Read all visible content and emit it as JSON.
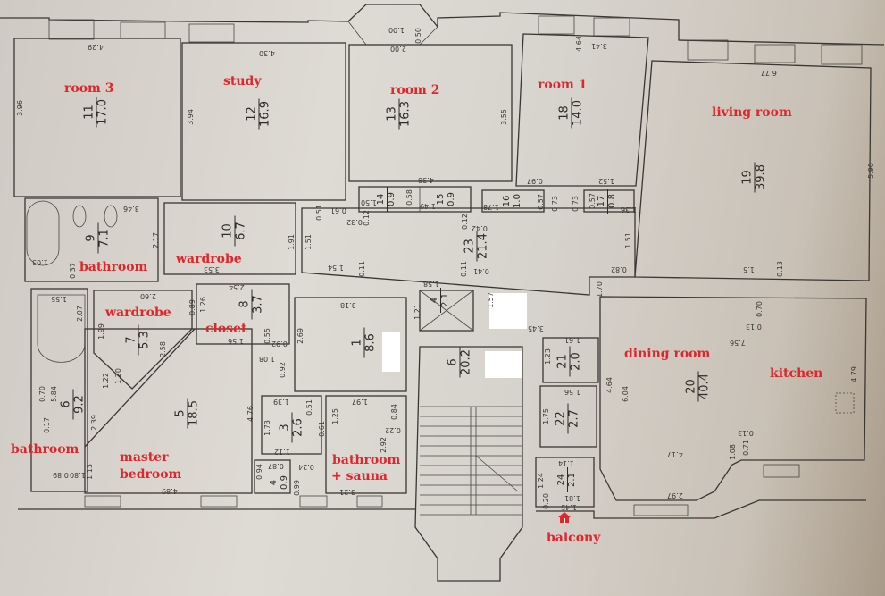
{
  "labels": {
    "room3": "room 3",
    "study": "study",
    "room2": "room 2",
    "room1": "room 1",
    "living": "living room",
    "bathroom_top": "bathroom",
    "wardrobe_top": "wardrobe",
    "wardrobe_left": "wardrobe",
    "closet": "closet",
    "dining": "dining room",
    "kitchen": "kitchen",
    "bathroom_left": "bathroom",
    "master1": "master",
    "master2": "bedroom",
    "sauna1": "bathroom",
    "sauna2": "+ sauna",
    "balcony": "balcony"
  },
  "rooms": [
    {
      "num": "11",
      "area": "17.0"
    },
    {
      "num": "12",
      "area": "16.9"
    },
    {
      "num": "13",
      "area": "16.3"
    },
    {
      "num": "18",
      "area": "14.0"
    },
    {
      "num": "19",
      "area": "39.8"
    },
    {
      "num": "9",
      "area": "7.1"
    },
    {
      "num": "10",
      "area": "6.7"
    },
    {
      "num": "14",
      "area": "0.9"
    },
    {
      "num": "15",
      "area": "0.9"
    },
    {
      "num": "16",
      "area": "1.0"
    },
    {
      "num": "17",
      "area": "0.8"
    },
    {
      "num": "23",
      "area": "21.4"
    },
    {
      "num": "7",
      "area": "5.3"
    },
    {
      "num": "8",
      "area": "3.7"
    },
    {
      "num": "1",
      "area": "8.6"
    },
    {
      "num": "4",
      "area": "2.1"
    },
    {
      "num": "6",
      "area": "20.2"
    },
    {
      "num": "21",
      "area": "2.0"
    },
    {
      "num": "22",
      "area": "2.7"
    },
    {
      "num": "20",
      "area": "40.4"
    },
    {
      "num": "6",
      "area": "9.2"
    },
    {
      "num": "5",
      "area": "18.5"
    },
    {
      "num": "3",
      "area": "2.6"
    },
    {
      "num": "4",
      "area": "0.9"
    },
    {
      "num": "24",
      "area": "2.1"
    }
  ],
  "dimensions": [
    "4.29",
    "4.30",
    "1.00",
    "0.50",
    "2.00",
    "3.96",
    "3.94",
    "4.38",
    "3.55",
    "4.64",
    "3.41",
    "6.77",
    "5.90",
    "0.97",
    "1.52",
    "3.46",
    "2.17",
    "1.03",
    "0.37",
    "3.53",
    "1.91",
    "0.51",
    "0.61",
    "0.32",
    "0.12",
    "1.50",
    "0.58",
    "1.49",
    "0.12",
    "0.42",
    "1.78",
    "0.57",
    "0.73",
    "0.73",
    "0.57",
    "1.36",
    "1.51",
    "1.54",
    "0.11",
    "1.51",
    "0.11",
    "0.41",
    "0.82",
    "1.70",
    "1.5",
    "0.13",
    "1.55",
    "2.07",
    "2.60",
    "0.89",
    "1.99",
    "1.26",
    "2.54",
    "1.56",
    "0.55",
    "0.92",
    "1.08",
    "0.92",
    "2.69",
    "3.18",
    "1.21",
    "1.58",
    "1.57",
    "3.45",
    "2.58",
    "1.20",
    "1.22",
    "0.70",
    "5.84",
    "0.17",
    "2.39",
    "1.13",
    "1.80",
    "0.89",
    "4.76",
    "1.39",
    "0.51",
    "1.73",
    "0.61",
    "1.12",
    "1.25",
    "1.97",
    "0.84",
    "0.22",
    "2.92",
    "0.94",
    "0.87",
    "0.24",
    "0.99",
    "3.21",
    "4.89",
    "1.61",
    "1.23",
    "1.56",
    "1.75",
    "4.64",
    "6.04",
    "7.56",
    "0.13",
    "0.70",
    "4.79",
    "0.13",
    "0.71",
    "1.08",
    "4.17",
    "2.97",
    "1.14",
    "1.24",
    "0.20",
    "1.81",
    "1.45"
  ],
  "colors": {
    "label": "#e0262a",
    "line": "#3a3632"
  }
}
